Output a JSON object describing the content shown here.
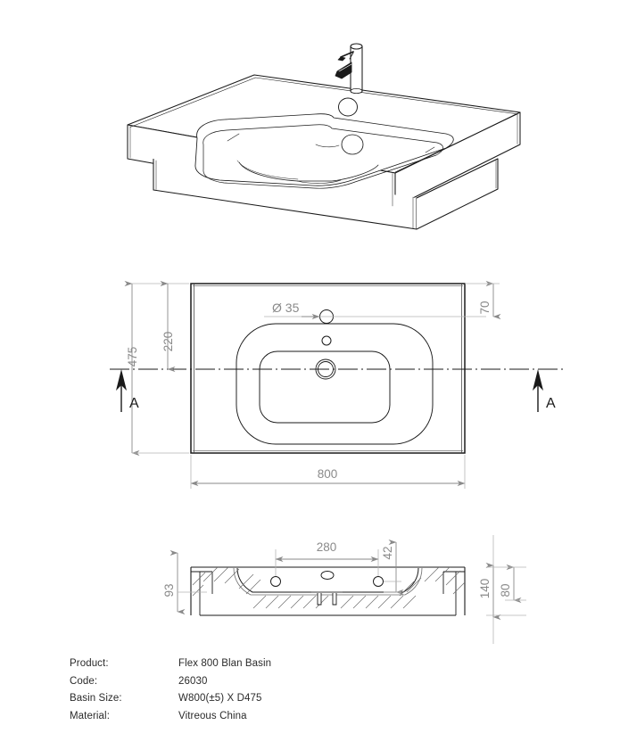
{
  "drawing": {
    "title": "Flex 800 Blan Basin technical drawing",
    "line_color": "#1a1a1a",
    "thin_line_color": "#6f6f6f",
    "dimension_color": "#8a8a8a",
    "centerline_color": "#1a1a1a",
    "views": {
      "isometric": {
        "name": "3D isometric view of basin with mixer tap"
      },
      "plan": {
        "name": "Top plan view"
      },
      "section": {
        "name": "Section A-A"
      }
    }
  },
  "plan_dimensions": {
    "depth_overall": "475",
    "depth_to_centerline": "220",
    "width_overall": "800",
    "back_to_taphole": "70",
    "taphole_diameter": "Ø 35",
    "section_mark_left": "A",
    "section_mark_right": "A"
  },
  "section_dimensions": {
    "bowl_depth": "93",
    "taphole_spacing": "280",
    "taphole_offset": "42",
    "overall_height": "140",
    "skirt_height": "80"
  },
  "spec": {
    "rows": [
      {
        "label": "Product:",
        "value": "Flex 800 Blan Basin"
      },
      {
        "label": "Code:",
        "value": "26030"
      },
      {
        "label": "Basin Size:",
        "value": "W800(±5) X D475"
      },
      {
        "label": "Material:",
        "value": "Vitreous China"
      }
    ]
  }
}
